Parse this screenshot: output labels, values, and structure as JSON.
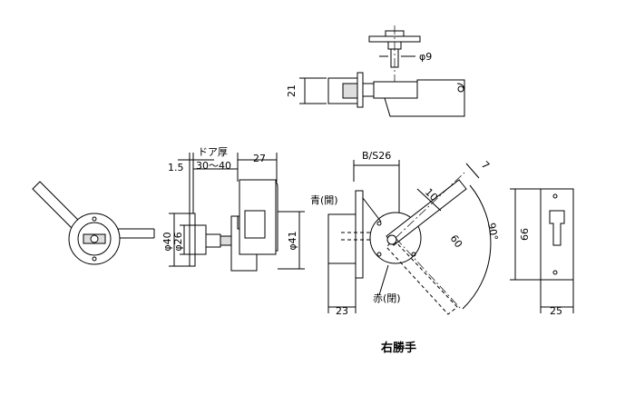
{
  "caption": "右勝手",
  "dims": {
    "phi9": "φ9",
    "d21": "21",
    "door_thickness": "ドア厚",
    "d1_5": "1.5",
    "d30_40": "30～40",
    "d27": "27",
    "phi40": "φ40",
    "phi26": "φ26",
    "phi41": "φ41",
    "bs26": "B/S26",
    "blue_open": "青(開)",
    "red_closed": "赤(閉)",
    "d23": "23",
    "d10": "10",
    "d7": "7",
    "d60": "60",
    "d90": "90°",
    "d66": "66",
    "d25": "25"
  }
}
